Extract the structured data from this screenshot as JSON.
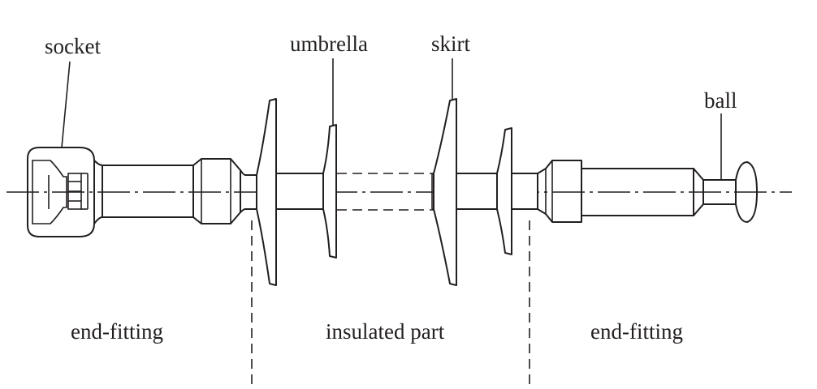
{
  "labels": {
    "socket": "socket",
    "umbrella": "umbrella",
    "skirt": "skirt",
    "ball": "ball",
    "end_fitting_left": "end-fitting",
    "insulated_part": "insulated part",
    "end_fitting_right": "end-fitting"
  }
}
